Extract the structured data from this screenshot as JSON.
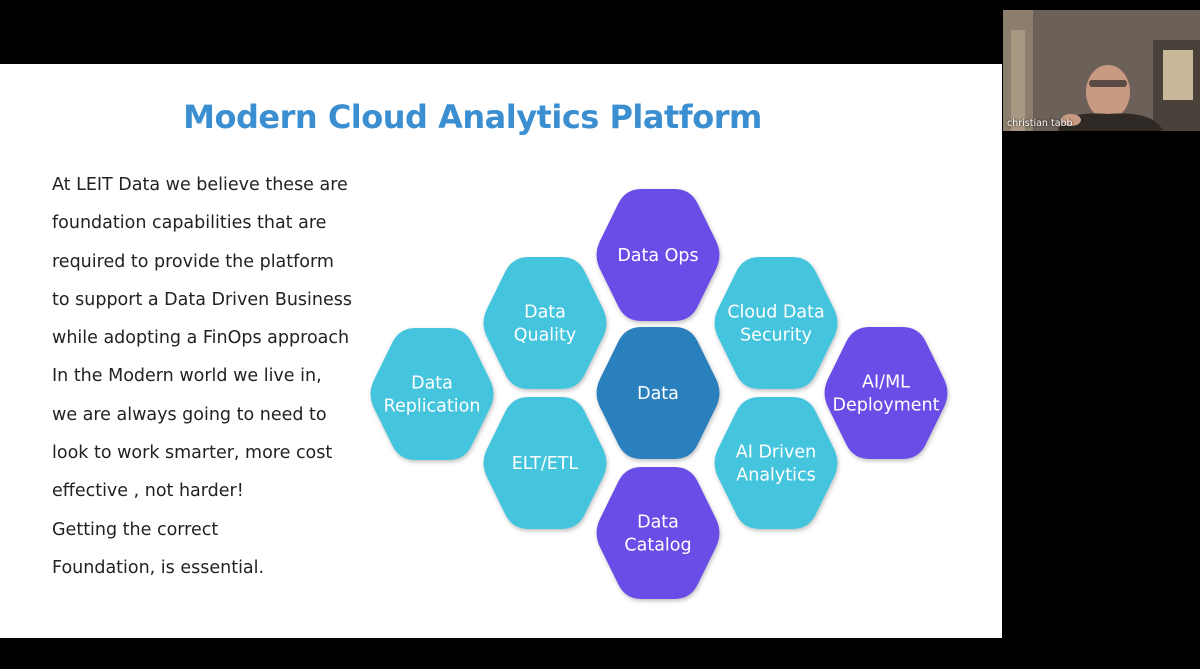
{
  "slide": {
    "title": "Modern Cloud Analytics Platform",
    "body_lines": [
      "At LEIT Data we believe these are",
      "foundation capabilities that are",
      "required to provide the platform",
      "to support a Data Driven Business",
      "while adopting a FinOps approach",
      "In the Modern world we live in,",
      "we are always going to need to",
      "look to work smarter, more cost",
      "effective , not harder!",
      "Getting the correct",
      "Foundation, is essential."
    ],
    "hexagons": [
      {
        "lines": [
          "Data Ops"
        ],
        "color": "#6b4ee6"
      },
      {
        "lines": [
          "Data",
          "Quality"
        ],
        "color": "#45c4de"
      },
      {
        "lines": [
          "Cloud Data",
          "Security"
        ],
        "color": "#45c4de"
      },
      {
        "lines": [
          "Data",
          "Replication"
        ],
        "color": "#45c4de"
      },
      {
        "lines": [
          "Data"
        ],
        "color": "#2b7fbd"
      },
      {
        "lines": [
          "AI/ML",
          "Deployment"
        ],
        "color": "#6b4ee6"
      },
      {
        "lines": [
          "ELT/ETL"
        ],
        "color": "#45c4de"
      },
      {
        "lines": [
          "AI Driven",
          "Analytics"
        ],
        "color": "#45c4de"
      },
      {
        "lines": [
          "Data",
          "Catalog"
        ],
        "color": "#6b4ee6"
      }
    ]
  },
  "participant": {
    "name": "christian tabb"
  }
}
